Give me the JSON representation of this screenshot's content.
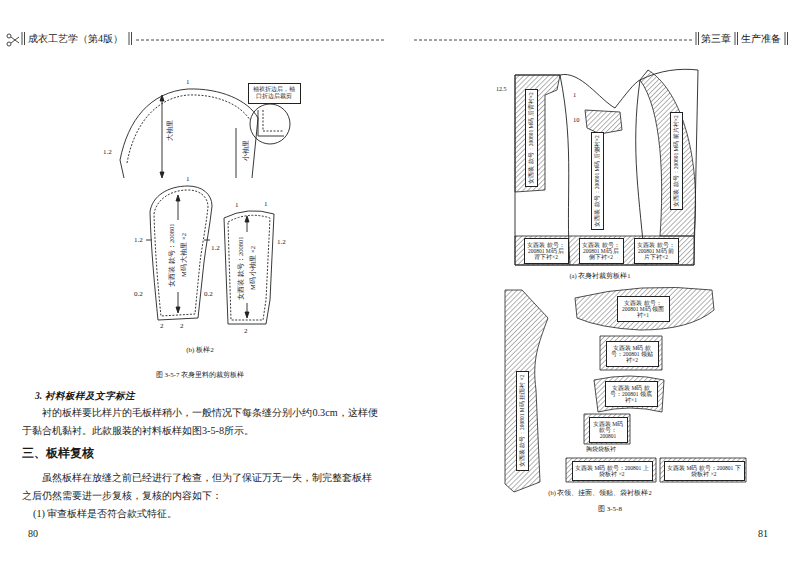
{
  "diagram": {
    "nodes": [
      {
        "text": [
          "袖衩折边后，袖口折边后裁剪"
        ]
      },
      {
        "text": [
          "女西装 款号：200801 M码 后背衬×2"
        ]
      },
      {
        "text": [
          "女西装 款号：200801 M码 后侧衬×2"
        ]
      },
      {
        "text": [
          "女西装 款号：200801 M码 前片衬×2"
        ]
      },
      {
        "text": [
          "女西装 款号：200801 M码 后背下衬×2"
        ]
      },
      {
        "text": [
          "女西装 款号：200801 M码 后侧下衬×2"
        ]
      },
      {
        "text": [
          "女西装 款号：200801 M码 前片下衬×2"
        ]
      },
      {
        "text": [
          "女西装 款号：200801 M码 挂面衬 ×2"
        ]
      },
      {
        "text": [
          "女西装 款号：200801 M码 领面衬×1"
        ]
      },
      {
        "text": [
          "女西装 M码 款号：200801 领贴衬×2"
        ]
      },
      {
        "text": [
          "女西装 M码 款号：200801 领底衬×1"
        ]
      },
      {
        "text": [
          "女西装 M码 款号：200801"
        ]
      },
      {
        "text": [
          "女西装 M码 款号：200801 上袋板衬 ×2"
        ]
      },
      {
        "text": [
          "女西装 M码 款号：200801 下袋板衬 ×2"
        ]
      }
    ],
    "labels": [
      "成衣工艺学（第4版）",
      "1",
      "1.2",
      "大袖里",
      "小袖里",
      "1",
      "1.2",
      "1.2",
      "女西装 款号：200801",
      "M码 大袖里 ×2",
      "0.2",
      "0.2",
      "2",
      "2",
      "1",
      "1",
      "1.2",
      "女西装 款号：200801",
      "M码 小袖里 ×2",
      "2",
      "(b) 板样2",
      "图 3-5-7 衣身里料的裁剪板样",
      "3. 衬料板样及文字标注",
      "衬的板样要比样片的毛板样稍小，一般情况下每条缝分别小约0.3cm，这样便于黏合机黏衬。此款服装的衬料板样如图3-5-8所示。",
      "三、板样复核",
      "虽然板样在放缝之前已经进行了检查，但为了保证万无一失，制完整套板样之后仍然需要进一步复核，复核的内容如下：",
      "(1) 审查板样是否符合款式特征。",
      "80",
      "第三章",
      "生产准备",
      "12.5",
      "1",
      "10",
      "(a) 衣身衬裁剪板样1",
      "胸袋袋板衬",
      "(b) 衣领、挂面、领贴、袋衬板样2",
      "图 3-5-8",
      "81"
    ]
  }
}
